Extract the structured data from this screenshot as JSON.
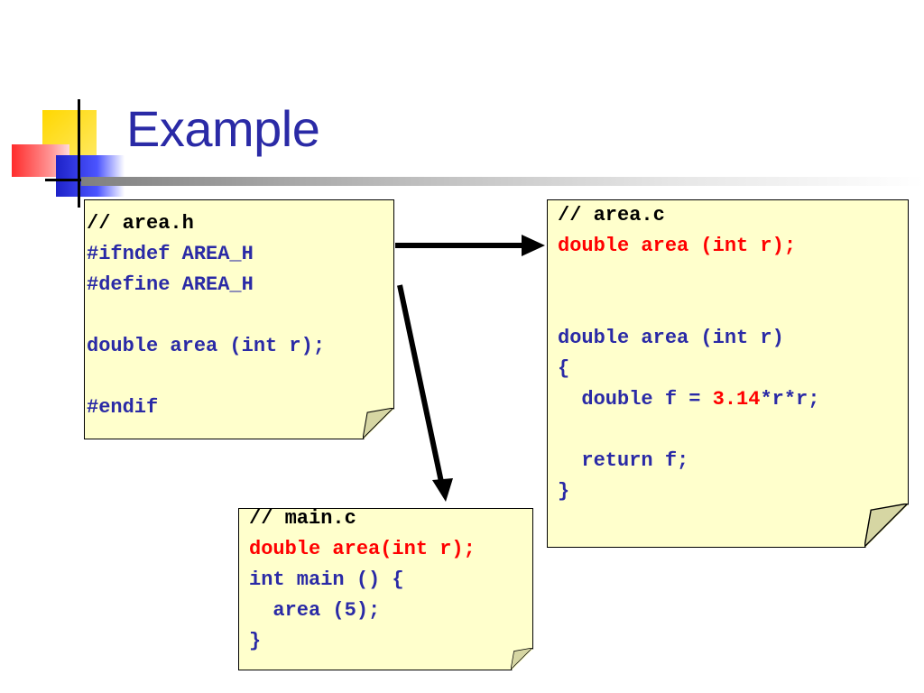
{
  "slide": {
    "title": "Example"
  },
  "colors": {
    "title": "#2a2aa6",
    "code_blue": "#2a2aa6",
    "code_red": "#ff0000",
    "note_fill": "#ffffcc"
  },
  "notes": {
    "area_h": {
      "lines": [
        "// area.h",
        "#ifndef AREA_H",
        "#define AREA_H",
        "",
        "double area (int r);",
        "",
        "#endif"
      ]
    },
    "area_c": {
      "line0": "// area.c",
      "line1": "double area (int r);",
      "line4": "double area (int r)",
      "line5": "{",
      "line6_pre": "  double f = ",
      "line6_num": "3.14",
      "line6_post": "*r*r;",
      "line8": "  return f;",
      "line9": "}"
    },
    "main_c": {
      "lines": [
        "// main.c",
        "double area(int r);",
        "int main () {",
        "  area (5);",
        "}"
      ]
    }
  }
}
